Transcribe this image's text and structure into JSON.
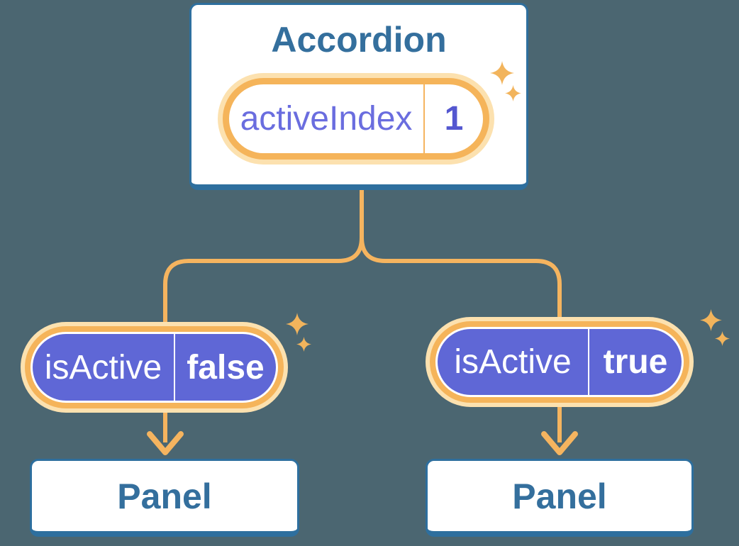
{
  "colors": {
    "background": "#4B6671",
    "card_border": "#2E6F9E",
    "card_text": "#346F9D",
    "purple_fill": "#5F67D6",
    "purple_label": "#6A6DDF",
    "purple_value": "#5457D0",
    "orange": "#F5B45F",
    "ring": "#F5B45A",
    "halo": "#FCE1AF",
    "sparkle": "#F2B45C",
    "pill_text": "#FFFFFF",
    "card_bg": "#FFFFFF"
  },
  "icons": {
    "sparkle": "sparkle-icon",
    "arrowhead": "arrow-down-icon"
  },
  "diagram": {
    "accordion": {
      "title": "Accordion",
      "state": {
        "name": "activeIndex",
        "value": "1"
      }
    },
    "children": [
      {
        "state": {
          "name": "isActive",
          "value": "false"
        },
        "panel": {
          "title": "Panel"
        }
      },
      {
        "state": {
          "name": "isActive",
          "value": "true"
        },
        "panel": {
          "title": "Panel"
        }
      }
    ]
  }
}
